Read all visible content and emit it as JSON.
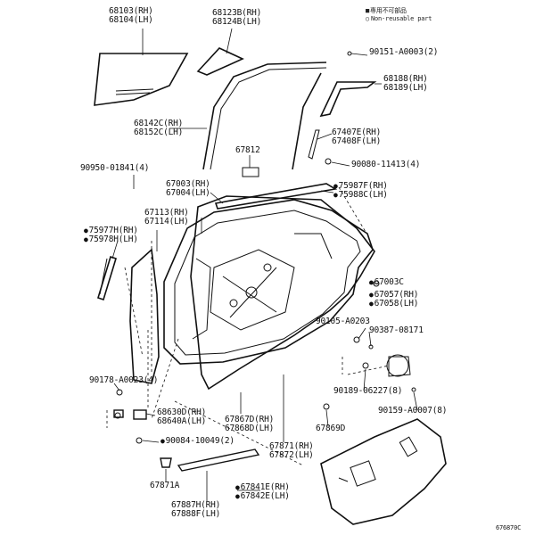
{
  "legend": {
    "item1": "専用不可部品",
    "item2": "Non-reusable part"
  },
  "diagram_code": "676870C",
  "labels": {
    "p68103": "68103(RH)",
    "p68104": "68104(LH)",
    "p68123": "68123B(RH)",
    "p68124": "68124B(LH)",
    "p90151": "90151-A0003(2)",
    "p68188": "68188(RH)",
    "p68189": "68189(LH)",
    "p68142": "68142C(RH)",
    "p68152": "68152C(LH)",
    "p67812": "67812",
    "p67407": "67407E(RH)",
    "p67408": "67408F(LH)",
    "p90080": "90080-11413(4)",
    "p90950": "90950-01841(4)",
    "p67003": "67003(RH)",
    "p67004": "67004(LH)",
    "p75987": "75987F(RH)",
    "p75988": "75988C(LH)",
    "p67113": "67113(RH)",
    "p67114": "67114(LH)",
    "p75977": "75977H(RH)",
    "p75978": "75978H(LH)",
    "p67003c": "67003C",
    "p67057": "67057(RH)",
    "p67058": "67058(LH)",
    "p90105": "90105-A0203",
    "p90387": "90387-08171",
    "p90178": "90178-A0023(4)",
    "p90189": "90189-06227(8)",
    "p90159": "90159-A0007(8)",
    "p68630": "68630D(RH)",
    "p68640": "68640A(LH)",
    "p67867": "67867D(RH)",
    "p67868": "67868D(LH)",
    "p67869": "67869D",
    "p90084": "90084-10049(2)",
    "p67871": "67871(RH)",
    "p67872": "67872(LH)",
    "p67871a": "67871A",
    "p67841": "67841E(RH)",
    "p67842": "67842E(LH)",
    "p67887": "67887H(RH)",
    "p67888": "67888F(LH)"
  }
}
